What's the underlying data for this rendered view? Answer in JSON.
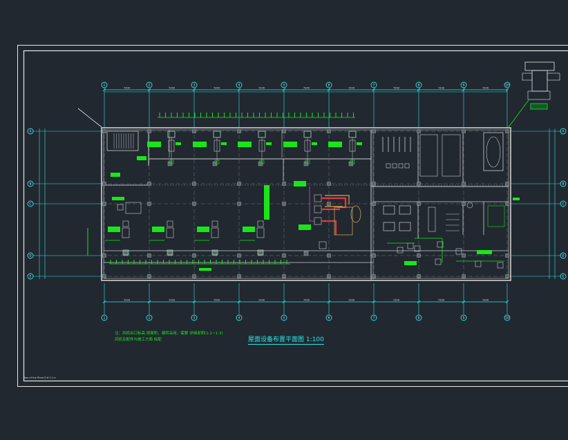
{
  "drawing": {
    "title": "屋面设备布置平面图 1:100",
    "note_line1": "注：风机出口标高 按面积，偏转采用，需要 详细说明(1:1~1:3)",
    "note_line2": "风机及配件与施工方面 标配",
    "sheet_caption": "Koo of the Rhad-D-6 0-1-e"
  },
  "grid": {
    "columns": [
      "1",
      "2",
      "3",
      "4",
      "5",
      "6",
      "7",
      "8",
      "9",
      "10"
    ],
    "rows": [
      "A",
      "B",
      "C",
      "D",
      "E"
    ]
  },
  "colors": {
    "background": "#212830",
    "frame": "#ffffff",
    "wall": "#cfcfcf",
    "dimension": "#2ae8e8",
    "equipment": "#19e619",
    "duct_red": "#e33a3a",
    "duct_orange": "#e8a040",
    "magenta": "#e040e0"
  }
}
